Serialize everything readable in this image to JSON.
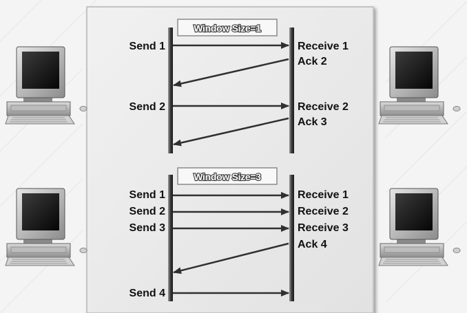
{
  "colors": {
    "background": "#f4f4f4",
    "panel": "#ececec",
    "panel_border": "#c8c8c8",
    "timeline": "#3a3a3a",
    "arrow": "#303030",
    "text": "#111111"
  },
  "icons": {
    "computer": "desktop-computer-icon"
  },
  "scenarios": [
    {
      "title": "Window Size=1",
      "sender_labels": [
        "Send 1",
        "Send 2"
      ],
      "receiver_labels": [
        "Receive 1",
        "Ack 2",
        "Receive 2",
        "Ack 3"
      ]
    },
    {
      "title": "Window Size=3",
      "sender_labels": [
        "Send 1",
        "Send 2",
        "Send 3",
        "Send 4"
      ],
      "receiver_labels": [
        "Receive 1",
        "Receive 2",
        "Receive 3",
        "Ack 4"
      ]
    }
  ]
}
